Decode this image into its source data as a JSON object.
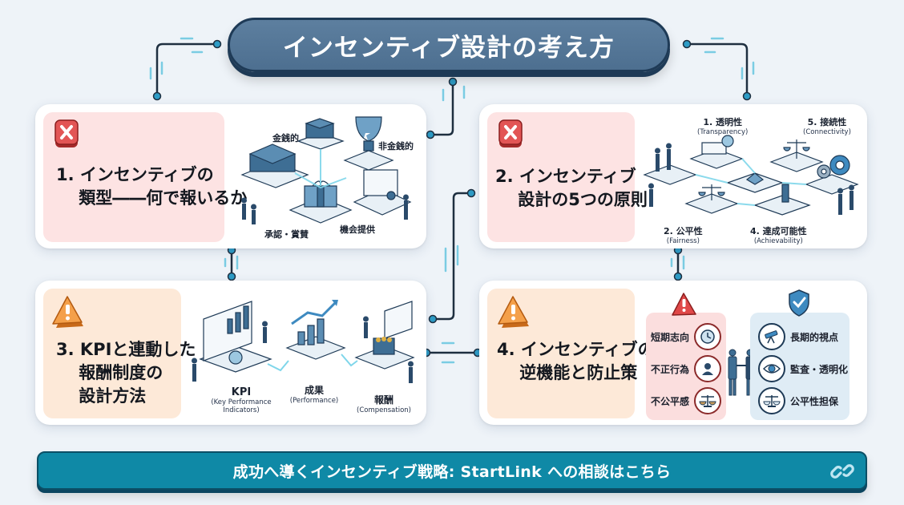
{
  "title": "インセンティブ設計の考え方",
  "colors": {
    "title_bg": "#5a7c9c",
    "title_border": "#1e3a56",
    "cta_bg": "#0f89a6",
    "panel_red": "#fde3e3",
    "panel_orange": "#fde9d8",
    "connector": "#1e2f40",
    "node": "#2e9cc6"
  },
  "cards": [
    {
      "id": "types",
      "badge": "x-mark-icon",
      "title": "1. インセンティブの\n　 類型――何で報いるか",
      "labels": [
        "金銭的",
        "非金銭的",
        "承認・賞賛",
        "機会提供"
      ]
    },
    {
      "id": "principles",
      "badge": "x-mark-icon",
      "title": "2. インセンティブ\n　 設計の5つの原則",
      "principles": [
        {
          "label": "1. 透明性",
          "en": "(Transparency)"
        },
        {
          "label": "2. 公平性",
          "en": "(Fairness)"
        },
        {
          "label": "4. 達成可能性",
          "en": "(Achievability)"
        },
        {
          "label": "5. 接続性",
          "en": "(Connectivity)"
        }
      ]
    },
    {
      "id": "kpi",
      "badge": "warning-icon",
      "title": "3. KPIと連動した\n　 報酬制度の\n　 設計方法",
      "steps": [
        {
          "label": "KPI",
          "en": "(Key Performance\nIndicators)"
        },
        {
          "label": "成果",
          "en": "(Performance)"
        },
        {
          "label": "報酬",
          "en": "(Compensation)"
        }
      ]
    },
    {
      "id": "dysfunction",
      "badge": "warning-icon",
      "title": "4. インセンティブの\n　 逆機能と防止策",
      "risks": [
        "短期志向",
        "不正行為",
        "不公平感"
      ],
      "measures": [
        "長期的視点",
        "監査・透明化",
        "公平性担保"
      ]
    }
  ],
  "cta": {
    "label": "成功へ導くインセンティブ戦略: StartLink への相談はこちら",
    "icon": "link-icon"
  }
}
